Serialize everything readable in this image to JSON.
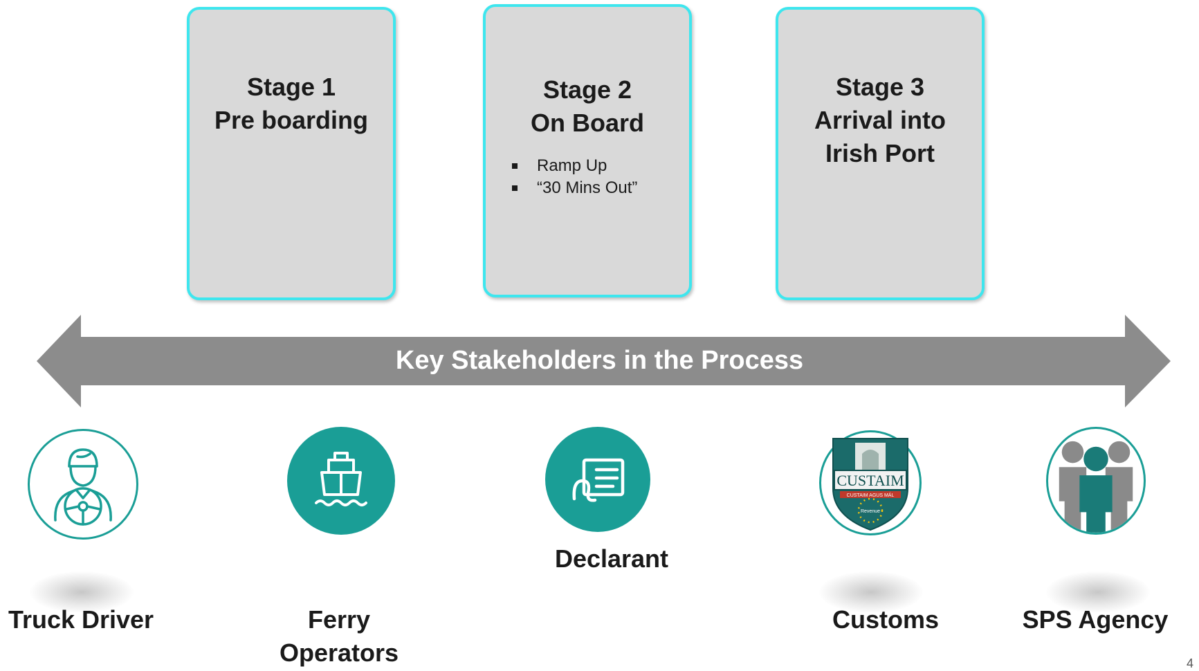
{
  "stages": [
    {
      "title": "Stage 1\nPre boarding",
      "bullets": []
    },
    {
      "title": "Stage 2\nOn Board",
      "bullets": [
        "Ramp Up",
        "“30 Mins Out”"
      ]
    },
    {
      "title": "Stage 3\nArrival into\nIrish Port",
      "bullets": []
    }
  ],
  "arrow": {
    "label": "Key Stakeholders in the Process",
    "color": "#8c8c8c"
  },
  "stakeholders": [
    {
      "label": "Truck Driver",
      "icon": "truck-driver-icon"
    },
    {
      "label": "Ferry\nOperators",
      "icon": "ferry-ship-icon"
    },
    {
      "label": "Declarant",
      "icon": "declaration-document-icon"
    },
    {
      "label": "Customs",
      "icon": "custaim-revenue-badge",
      "badge_text": "CUSTAIM",
      "badge_subtext": "CUSTAIM AGUS MÁL",
      "badge_small": "Revenue"
    },
    {
      "label": "SPS Agency",
      "icon": "people-group-icon"
    }
  ],
  "colors": {
    "teal": "#1a9e96",
    "stage_border": "#3ee6ee",
    "stage_fill": "#d9d9d9"
  },
  "page_number": "4"
}
